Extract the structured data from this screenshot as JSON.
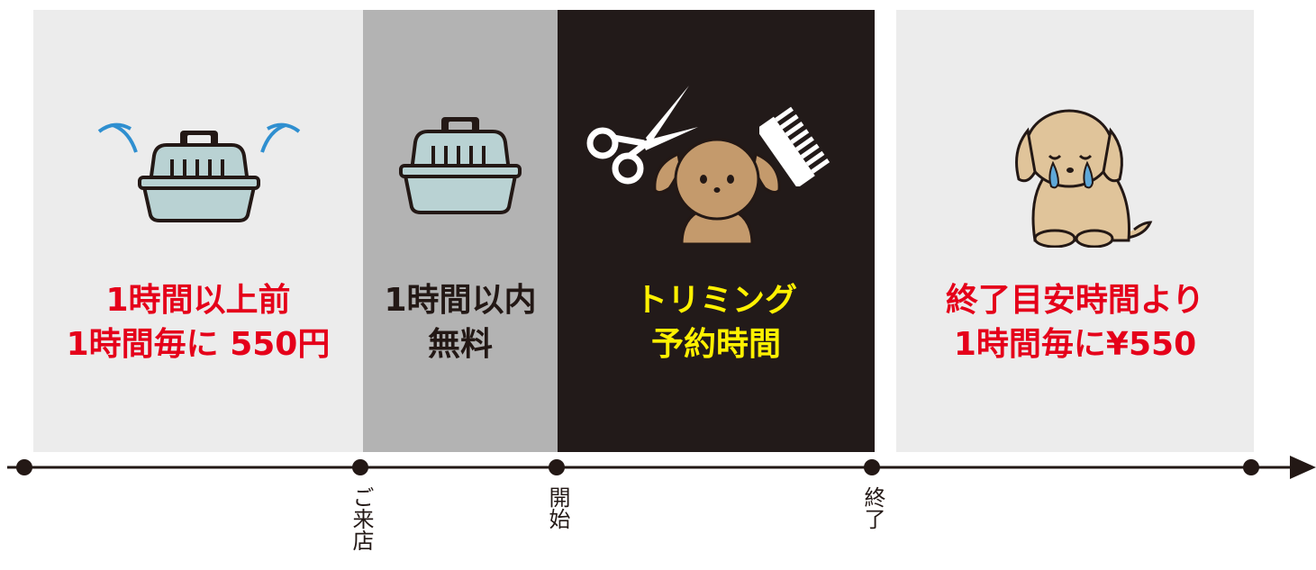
{
  "panels": [
    {
      "line1": "1時間以上前",
      "line2": "1時間毎に 550円"
    },
    {
      "line1": "1時間以内",
      "line2": "無料"
    },
    {
      "line1": "トリミング",
      "line2": "予約時間"
    },
    {
      "line1": "終了目安時間より",
      "line2": "1時間毎に¥550"
    }
  ],
  "timeline": {
    "label_arrival": "ご来店",
    "label_start": "開始",
    "label_end": "終了"
  },
  "icons": [
    "pet-carrier-shaking-icon",
    "pet-carrier-icon",
    "scissors-icon",
    "comb-icon",
    "happy-dog-icon",
    "crying-dog-icon"
  ],
  "colors": {
    "red": "#e5001a",
    "yellow": "#fff100",
    "dark": "#221a19",
    "light_gray": "#ececec",
    "mid_gray": "#b3b3b3"
  }
}
